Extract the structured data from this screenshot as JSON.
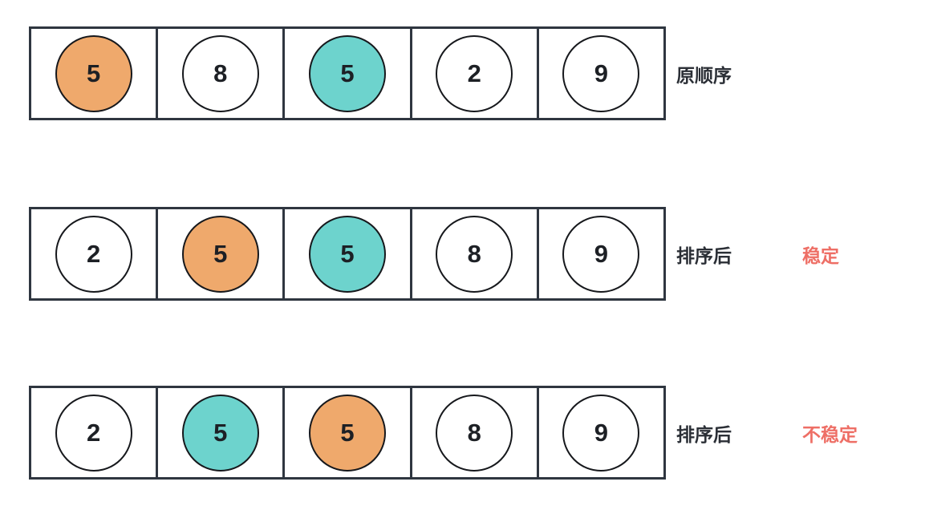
{
  "diagram": {
    "title_present": false,
    "colors": {
      "orange": "#efa96c",
      "teal": "#6dd3cd",
      "white": "#ffffff",
      "border": "#2f3640",
      "node_stroke": "#16181c",
      "text": "#2b2f36",
      "accent_red": "#ee6f66"
    },
    "rows": [
      {
        "id": "original-order",
        "label": "原顺序",
        "stability": "",
        "cells": [
          {
            "value": "5",
            "fill": "orange"
          },
          {
            "value": "8",
            "fill": "white"
          },
          {
            "value": "5",
            "fill": "teal"
          },
          {
            "value": "2",
            "fill": "white"
          },
          {
            "value": "9",
            "fill": "white"
          }
        ]
      },
      {
        "id": "sorted-stable",
        "label": "排序后",
        "stability": "稳定",
        "cells": [
          {
            "value": "2",
            "fill": "white"
          },
          {
            "value": "5",
            "fill": "orange"
          },
          {
            "value": "5",
            "fill": "teal"
          },
          {
            "value": "8",
            "fill": "white"
          },
          {
            "value": "9",
            "fill": "white"
          }
        ]
      },
      {
        "id": "sorted-unstable",
        "label": "排序后",
        "stability": "不稳定",
        "cells": [
          {
            "value": "2",
            "fill": "white"
          },
          {
            "value": "5",
            "fill": "teal"
          },
          {
            "value": "5",
            "fill": "orange"
          },
          {
            "value": "8",
            "fill": "white"
          },
          {
            "value": "9",
            "fill": "white"
          }
        ]
      }
    ]
  }
}
